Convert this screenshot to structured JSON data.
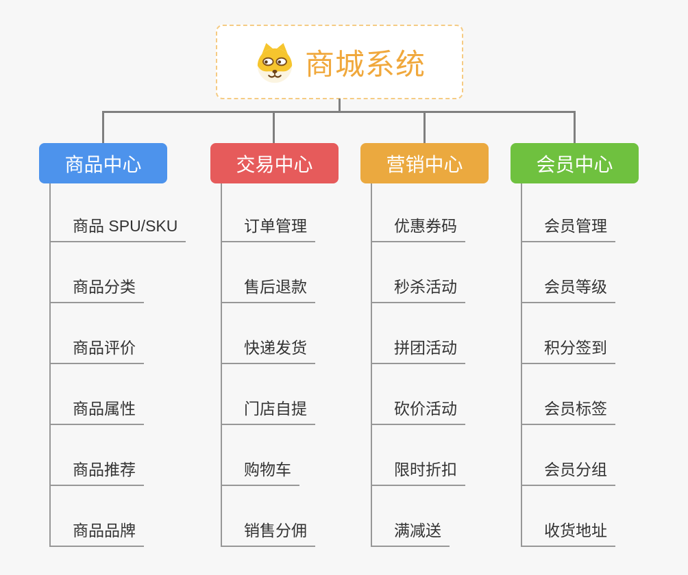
{
  "canvas": {
    "background": "#F7F7F7"
  },
  "root": {
    "title": "商城系统",
    "icon": "dog-face-icon",
    "title_color": "#F0A83C",
    "border_color": "#F5CB83"
  },
  "connectors": {
    "color": "#7F7F7F"
  },
  "branch_line_color": "#979797",
  "branches": [
    {
      "label": "商品中心",
      "color": "#4D93EC",
      "children": [
        "商品 SPU/SKU",
        "商品分类",
        "商品评价",
        "商品属性",
        "商品推荐",
        "商品品牌"
      ]
    },
    {
      "label": "交易中心",
      "color": "#E65B5B",
      "children": [
        "订单管理",
        "售后退款",
        "快递发货",
        "门店自提",
        "购物车",
        "销售分佣"
      ]
    },
    {
      "label": "营销中心",
      "color": "#EBA93F",
      "children": [
        "优惠券码",
        "秒杀活动",
        "拼团活动",
        "砍价活动",
        "限时折扣",
        "满减送"
      ]
    },
    {
      "label": "会员中心",
      "color": "#6FC13F",
      "children": [
        "会员管理",
        "会员等级",
        "积分签到",
        "会员标签",
        "会员分组",
        "收货地址"
      ]
    }
  ]
}
